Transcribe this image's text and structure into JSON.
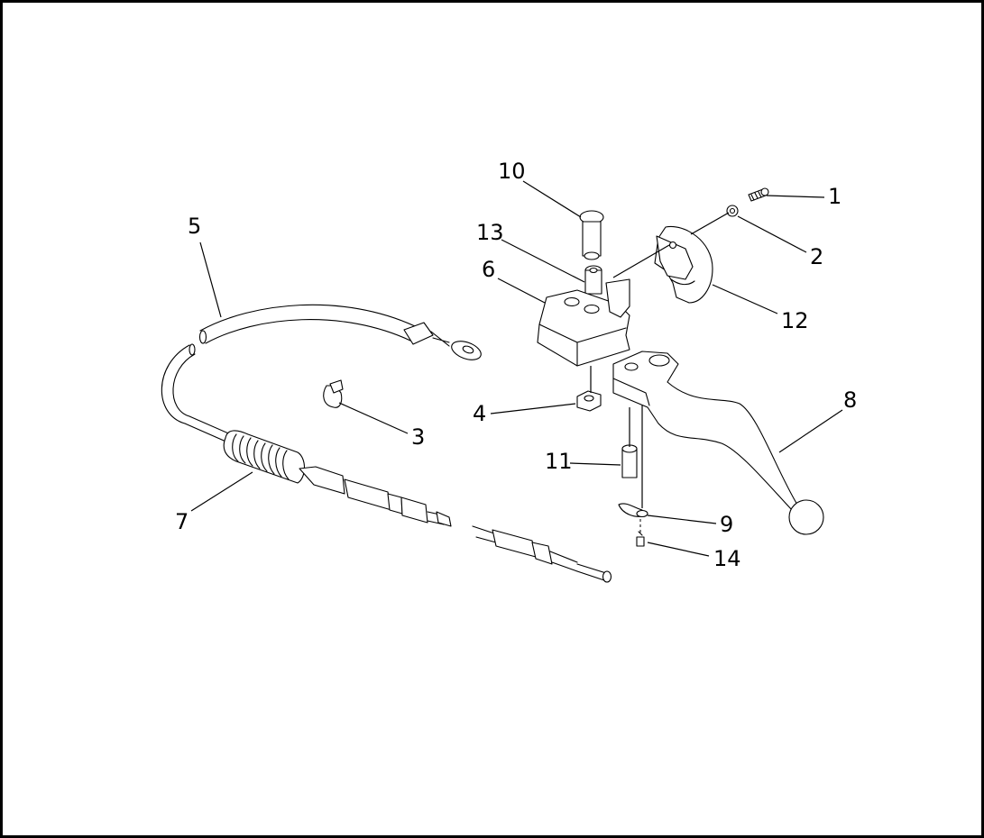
{
  "diagram": {
    "callouts": [
      {
        "id": "c1",
        "label": "1"
      },
      {
        "id": "c2",
        "label": "2"
      },
      {
        "id": "c3",
        "label": "3"
      },
      {
        "id": "c4",
        "label": "4"
      },
      {
        "id": "c5",
        "label": "5"
      },
      {
        "id": "c6",
        "label": "6"
      },
      {
        "id": "c7",
        "label": "7"
      },
      {
        "id": "c8",
        "label": "8"
      },
      {
        "id": "c9",
        "label": "9"
      },
      {
        "id": "c10",
        "label": "10"
      },
      {
        "id": "c11",
        "label": "11"
      },
      {
        "id": "c12",
        "label": "12"
      },
      {
        "id": "c13",
        "label": "13"
      },
      {
        "id": "c14",
        "label": "14"
      }
    ],
    "colors": {
      "line": "#000000",
      "background": "#ffffff"
    }
  }
}
